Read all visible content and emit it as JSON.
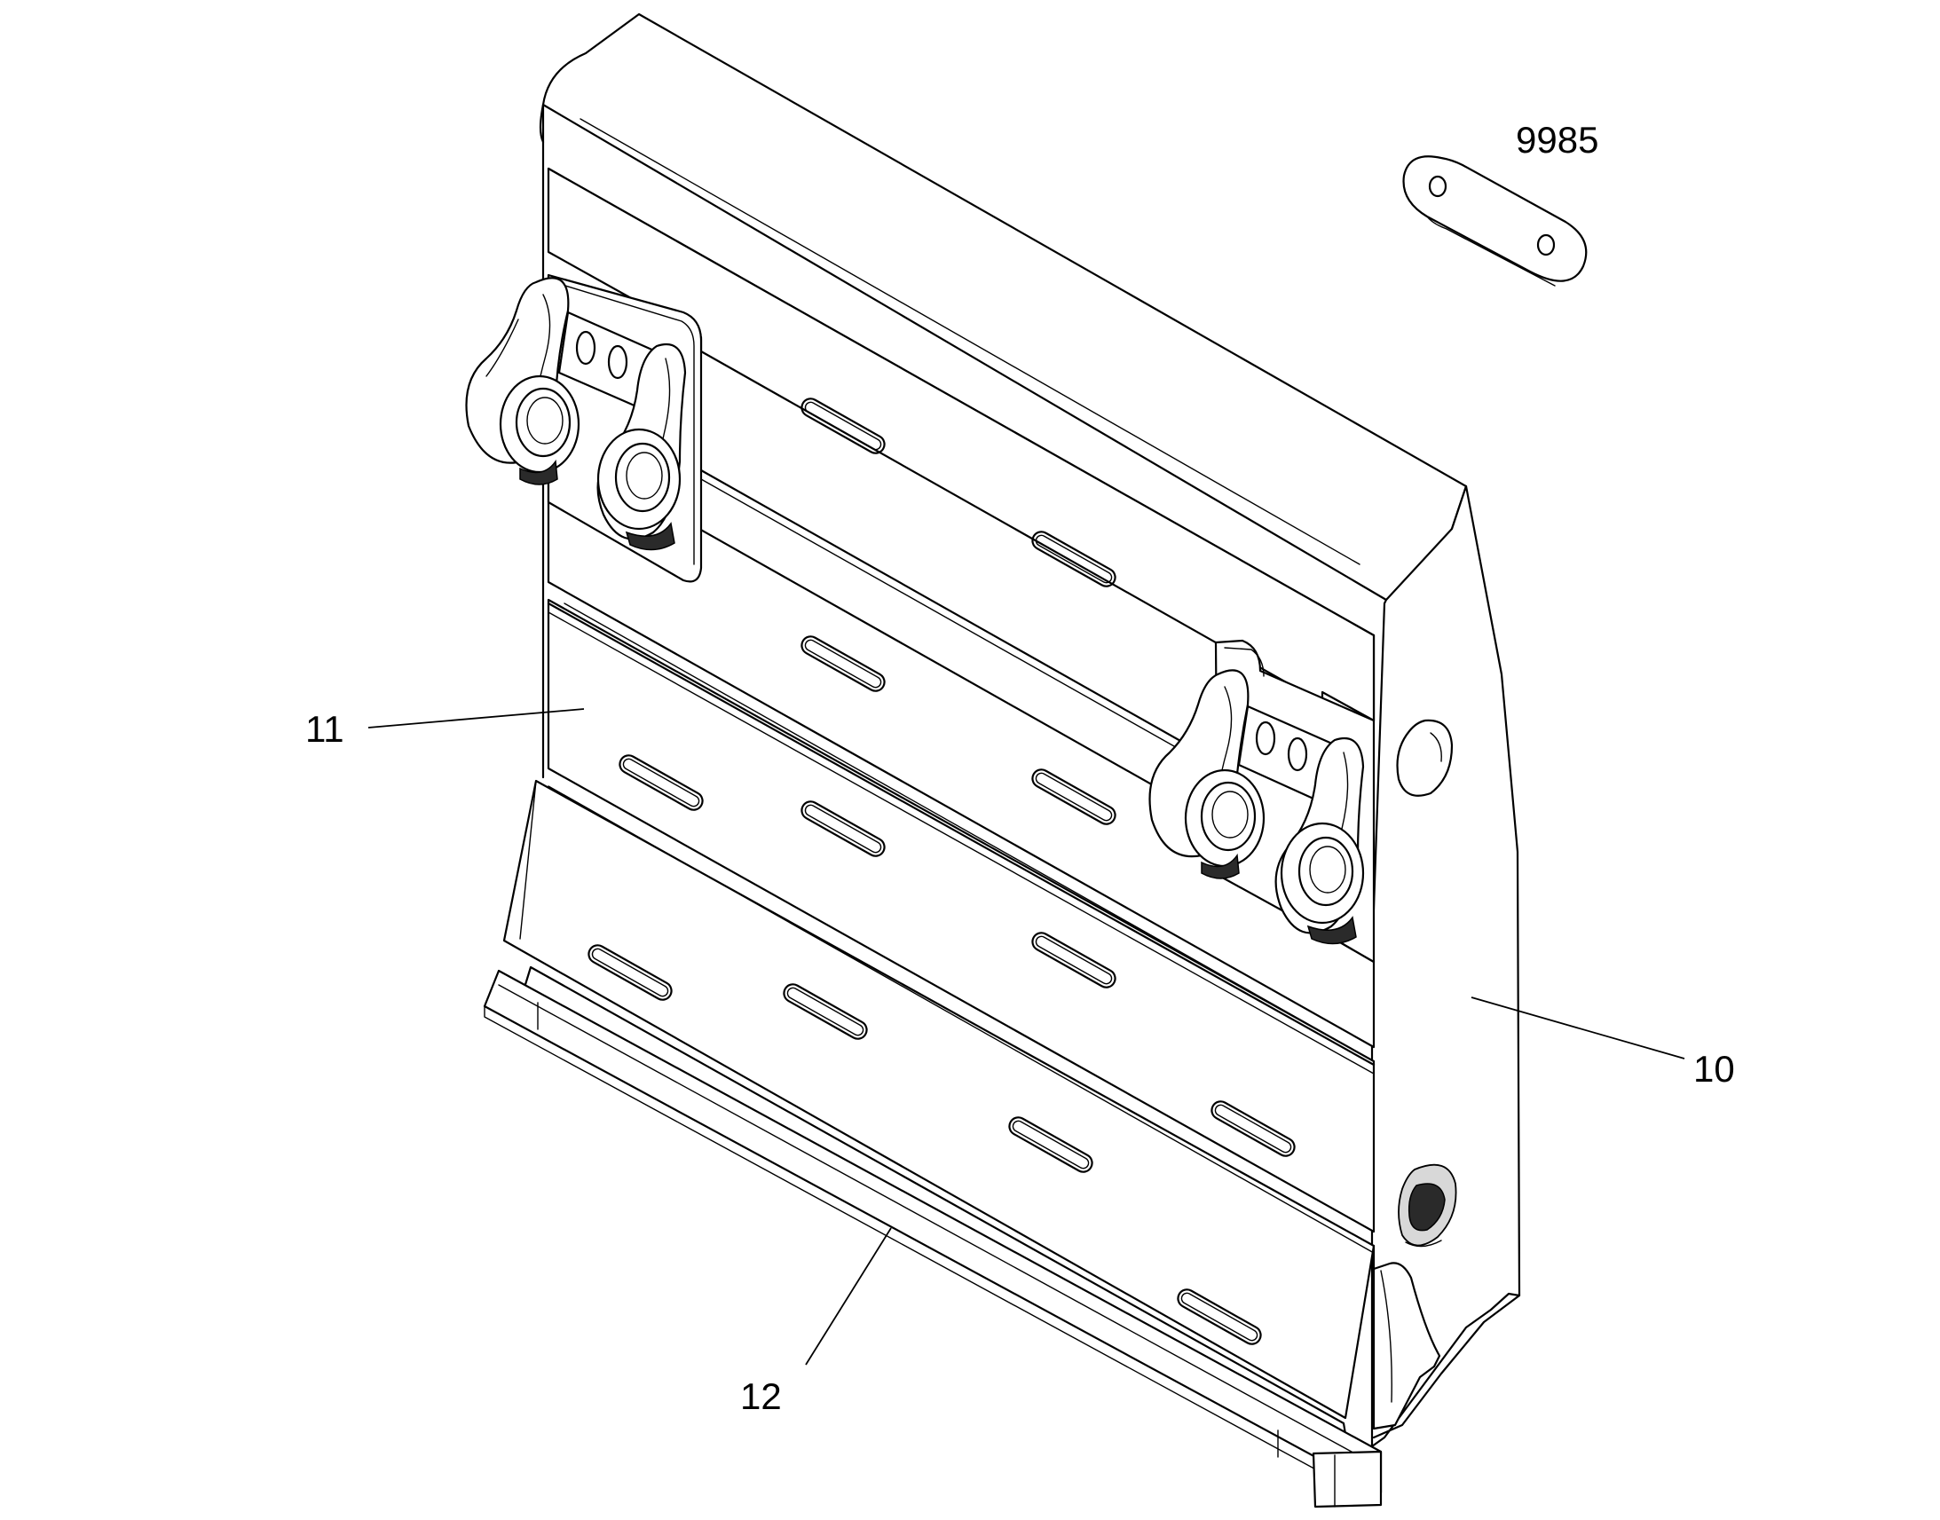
{
  "callouts": {
    "part_9985": "9985",
    "part_11": "11",
    "part_10": "10",
    "part_12": "12"
  },
  "colors": {
    "ink": "#000000",
    "background": "#ffffff"
  }
}
